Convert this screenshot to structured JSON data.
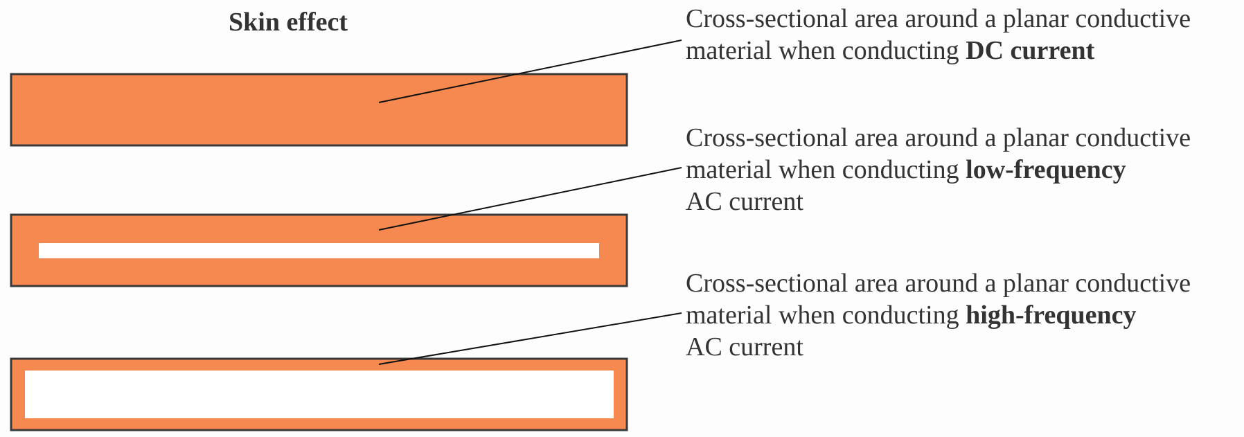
{
  "title": "Skin effect",
  "colors": {
    "conductor_fill": "#f5894f",
    "conductor_border": "#3a3a3a",
    "current_free_zone": "#ffffff",
    "leader_line": "#111111",
    "text": "#333333"
  },
  "captions": [
    {
      "line1": "Cross-sectional area around a planar conductive",
      "line2_prefix": "material when conducting ",
      "line2_bold": "DC current",
      "line3": ""
    },
    {
      "line1": "Cross-sectional area around a planar conductive",
      "line2_prefix": "material when conducting ",
      "line2_bold": "low-frequency",
      "line3": "AC current"
    },
    {
      "line1": "Cross-sectional area around a planar conductive",
      "line2_prefix": "material when conducting ",
      "line2_bold": "high-frequency",
      "line3": "AC current"
    }
  ]
}
